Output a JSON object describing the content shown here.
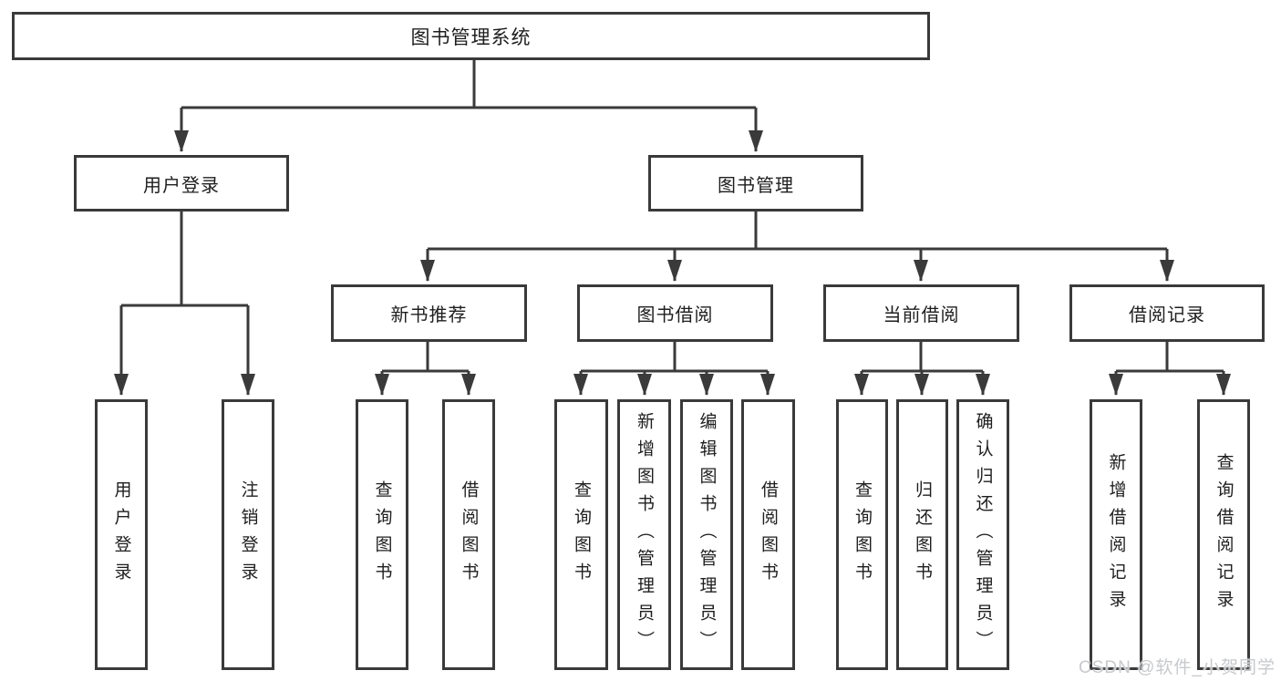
{
  "tree": {
    "label": "图书管理系统",
    "children": [
      {
        "label": "用户登录",
        "children": [
          {
            "label": "用户登录"
          },
          {
            "label": "注销登录"
          }
        ]
      },
      {
        "label": "图书管理",
        "children": [
          {
            "label": "新书推荐",
            "children": [
              {
                "label": "查询图书"
              },
              {
                "label": "借阅图书"
              }
            ]
          },
          {
            "label": "图书借阅",
            "children": [
              {
                "label": "查询图书"
              },
              {
                "label": "新增图书（管理员）"
              },
              {
                "label": "编辑图书（管理员）"
              },
              {
                "label": "借阅图书"
              }
            ]
          },
          {
            "label": "当前借阅",
            "children": [
              {
                "label": "查询图书"
              },
              {
                "label": "归还图书"
              },
              {
                "label": "确认归还（管理员）"
              }
            ]
          },
          {
            "label": "借阅记录",
            "children": [
              {
                "label": "新增借阅记录"
              },
              {
                "label": "查询借阅记录"
              }
            ]
          }
        ]
      }
    ]
  },
  "watermark": {
    "text": "CSDN @软件_小贺同学"
  },
  "colors": {
    "line": "#3a3a3a",
    "text": "#1e1e1e",
    "watermark": "#c7c9cc",
    "background": "#ffffff"
  }
}
